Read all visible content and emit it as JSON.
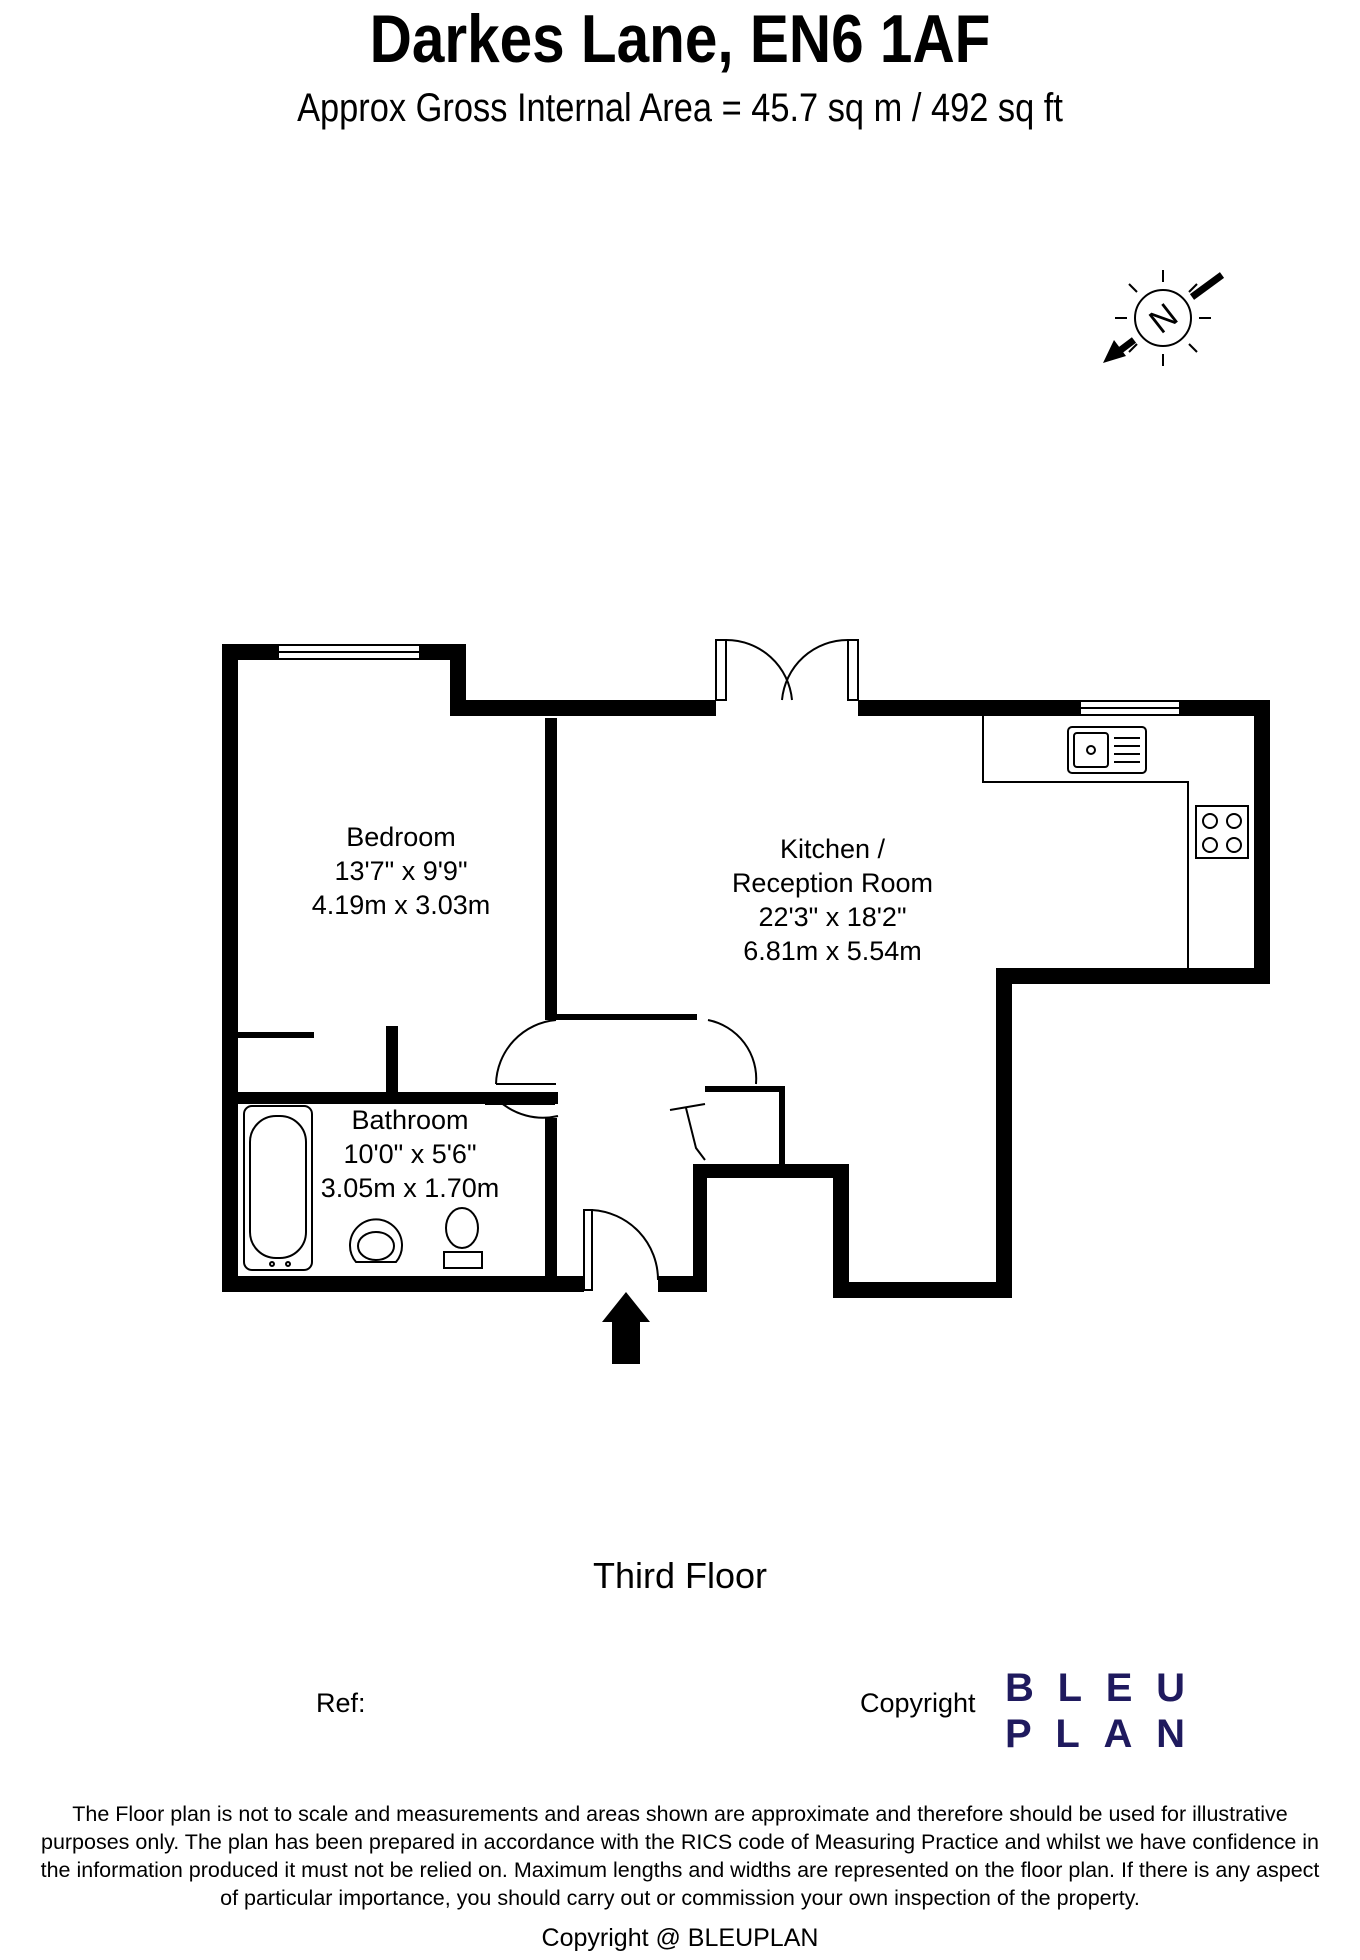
{
  "header": {
    "title": "Darkes Lane, EN6 1AF",
    "area": "Approx Gross Internal Area = 45.7 sq m / 492 sq ft"
  },
  "rooms": {
    "bedroom": {
      "name": "Bedroom",
      "imperial": "13'7\" x 9'9\"",
      "metric": "4.19m x 3.03m"
    },
    "kitchen": {
      "name_line1": "Kitchen /",
      "name_line2": "Reception Room",
      "imperial": "22'3\" x 18'2\"",
      "metric": "6.81m x 5.54m"
    },
    "bathroom": {
      "name": "Bathroom",
      "imperial": "10'0\" x 5'6\"",
      "metric": "3.05m x 1.70m"
    }
  },
  "compass": {
    "letter": "N"
  },
  "floor_name": "Third Floor",
  "meta": {
    "ref_label": "Ref:",
    "copyright_label": "Copyright"
  },
  "logo": {
    "line1": [
      "B",
      "L",
      "E",
      "U"
    ],
    "line2": [
      "P",
      "L",
      "A",
      "N"
    ],
    "color": "#1f1a5e"
  },
  "disclaimer": {
    "line1": "The Floor plan is not to scale and measurements and areas shown are approximate and therefore should be used for illustrative",
    "line2": "purposes only. The plan has been prepared in accordance with the RICS code of Measuring Practice and whilst we have confidence in",
    "line3": "the information produced it must not be relied on. Maximum lengths and widths are represented on the floor plan. If there is any aspect",
    "line4": "of particular importance, you should carry out or commission your own inspection of the property."
  },
  "footer": "Copyright @ BLEUPLAN"
}
